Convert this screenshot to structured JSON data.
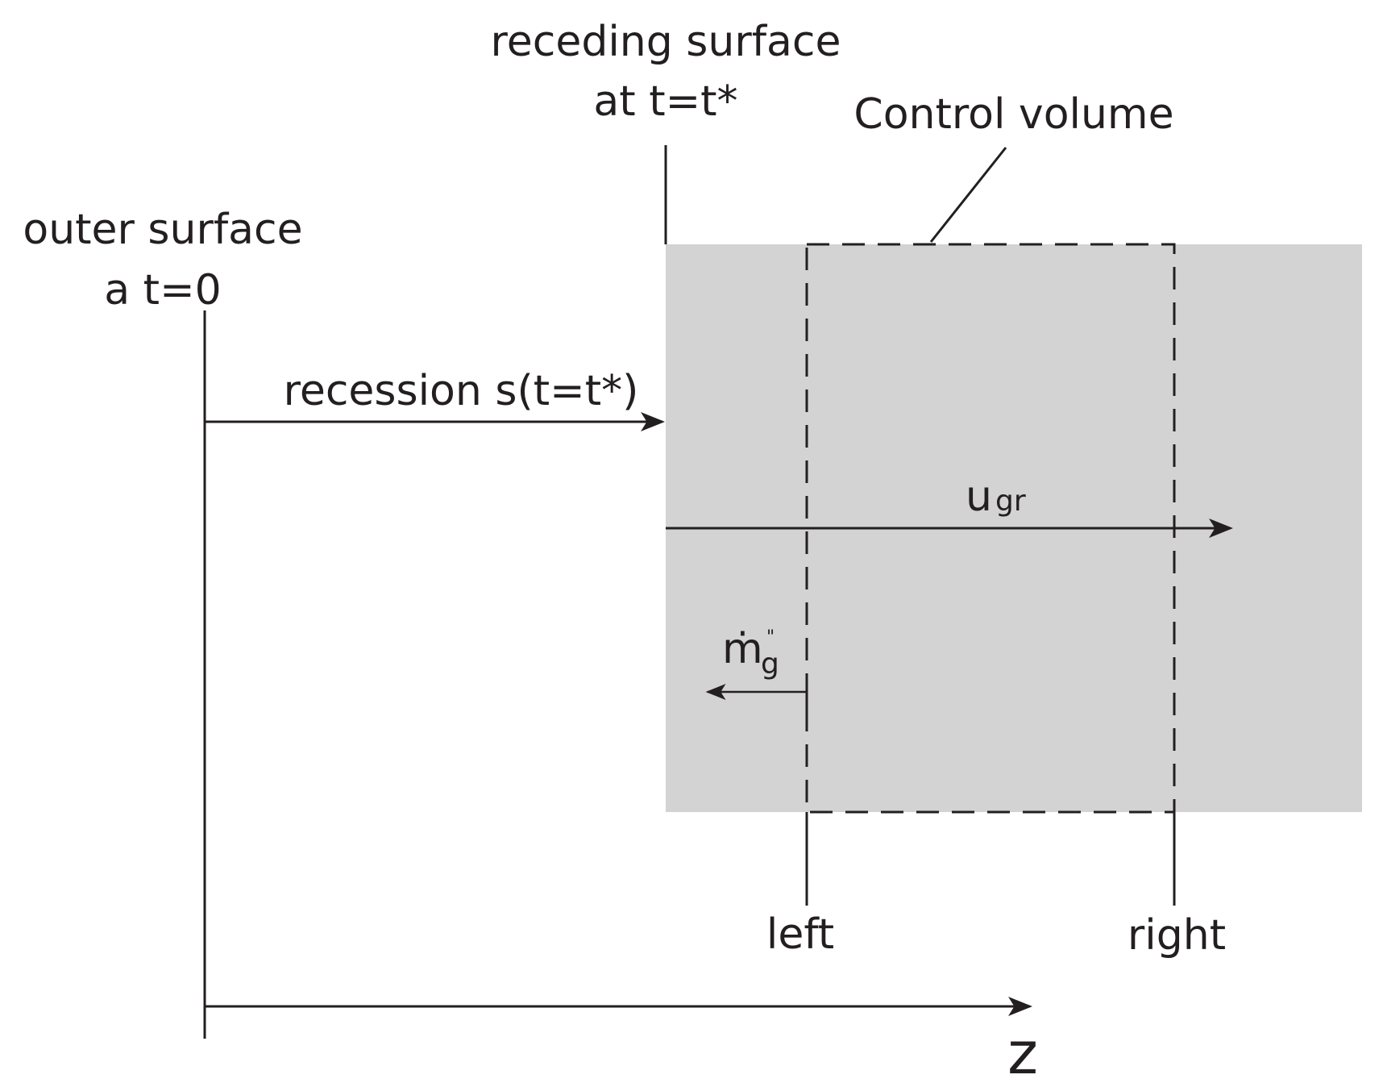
{
  "labels": {
    "outer_surface_line1": "outer surface",
    "outer_surface_line2": "a t=0",
    "receding_surface_line1": "receding surface",
    "receding_surface_line2": "at t=t*",
    "control_volume": "Control volume",
    "recession": "recession s(t=t*)",
    "u_symbol": "u",
    "u_subscript": "gr",
    "m_symbol": "ṁ",
    "m_superscript": "\"",
    "m_subscript": "g",
    "left": "left",
    "right": "right",
    "z_axis": "z"
  },
  "colors": {
    "ink": "#231f20",
    "solid_region": "#d3d3d3",
    "background": "#ffffff"
  }
}
